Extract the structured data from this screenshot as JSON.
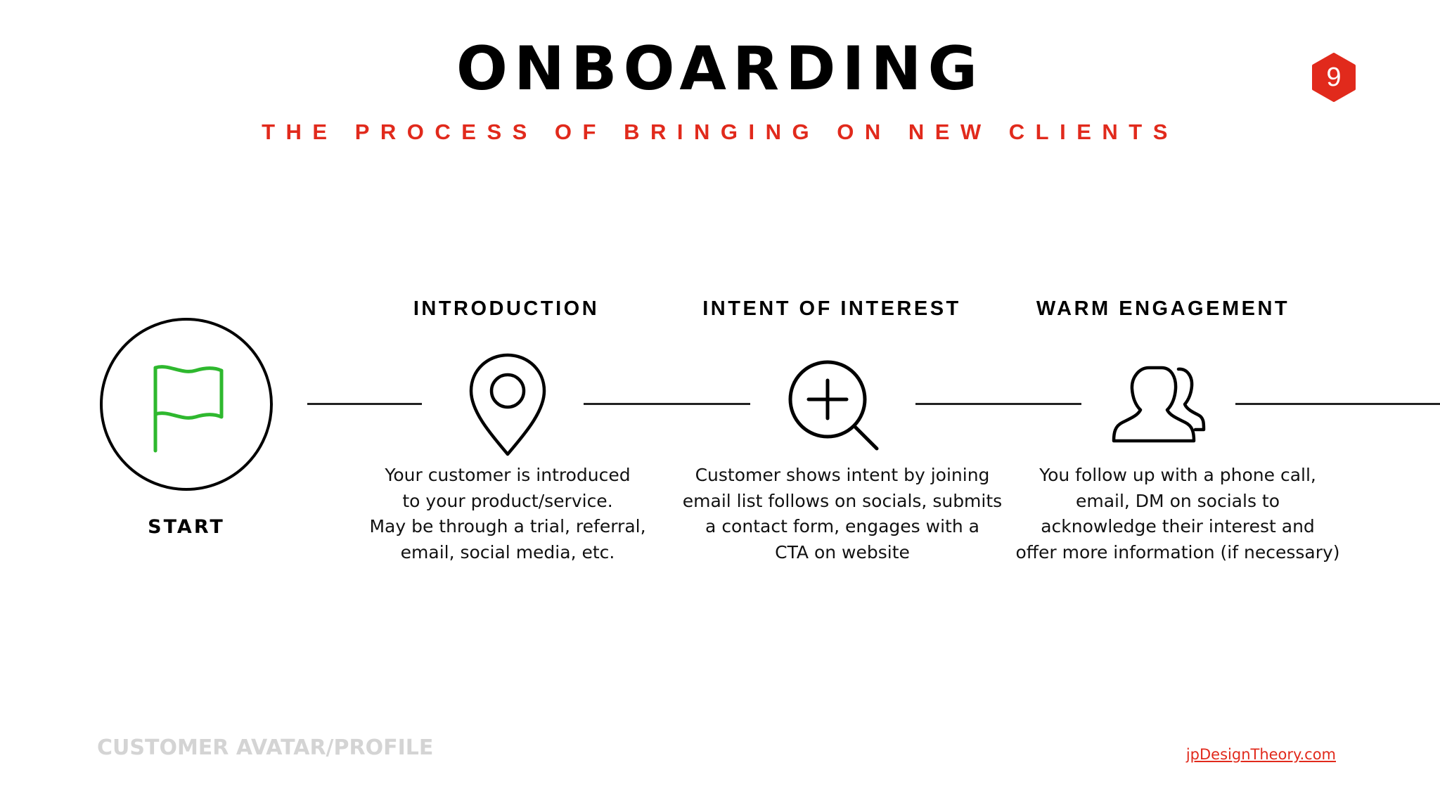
{
  "header": {
    "title": "ONBOARDING",
    "subtitle": "THE PROCESS OF BRINGING ON NEW CLIENTS",
    "slide_number": "9"
  },
  "start": {
    "label": "START",
    "icon": "flag-icon"
  },
  "steps": [
    {
      "title": "INTRODUCTION",
      "icon": "location-pin-icon",
      "description": "Your customer is introduced\nto your product/service.\nMay be through a trial, referral,\nemail, social media, etc."
    },
    {
      "title": "INTENT OF INTEREST",
      "icon": "magnifier-plus-icon",
      "description": "Customer shows intent by joining\nemail list follows on socials, submits\na contact form, engages with a\nCTA on website"
    },
    {
      "title": "WARM ENGAGEMENT",
      "icon": "users-icon",
      "description": "You follow up with a phone call,\nemail, DM on socials to\nacknowledge their interest and\noffer more information (if necessary)"
    }
  ],
  "footer": {
    "left_text": "CUSTOMER AVATAR/PROFILE",
    "link_text": "jpDesignTheory.com"
  },
  "colors": {
    "accent": "#e12a1c",
    "flag": "#2eb82e",
    "text": "#000000",
    "footer_muted": "#d4d4d4"
  }
}
